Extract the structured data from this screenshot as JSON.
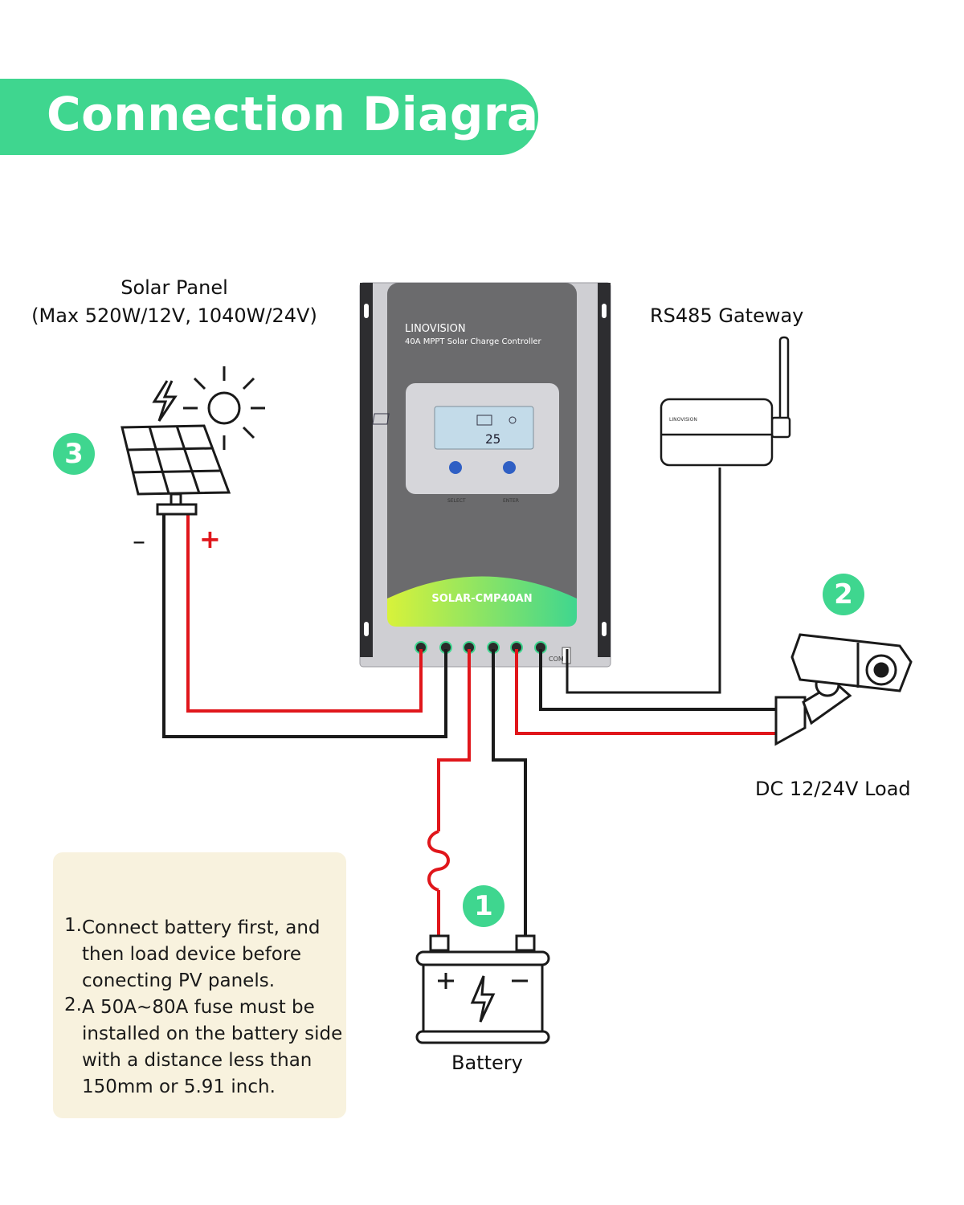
{
  "header": {
    "title": "Connection Diagram"
  },
  "solar_panel": {
    "title": "Solar Panel",
    "spec": "(Max 520W/12V, 1040W/24V)",
    "minus": "–",
    "plus": "+",
    "step": "3"
  },
  "gateway": {
    "title": "RS485 Gateway",
    "brand": "LINOVISION"
  },
  "load": {
    "title": "DC 12/24V Load",
    "step": "2"
  },
  "battery": {
    "title": "Battery",
    "step": "1"
  },
  "controller": {
    "brand": "LINOVISION",
    "model": "40A MPPT Solar Charge Controller",
    "name": "SOLAR-CMP40AN",
    "lcd_value": "25",
    "button_select": "SELECT",
    "button_enter": "ENTER",
    "com_label": "COM"
  },
  "tips": {
    "items": [
      {
        "num": "1.",
        "lines": [
          "Connect battery first, and",
          "then load device before",
          "conecting PV panels."
        ]
      },
      {
        "num": "2.",
        "lines": [
          "A 50A~80A fuse must be",
          "installed on the battery side",
          "with a distance less than",
          "150mm or 5.91 inch."
        ]
      }
    ]
  },
  "colors": {
    "accent": "#3fd68f",
    "wire_positive": "#e0161b",
    "wire_negative": "#1a1a1a",
    "tips_background": "#f8f2de"
  }
}
